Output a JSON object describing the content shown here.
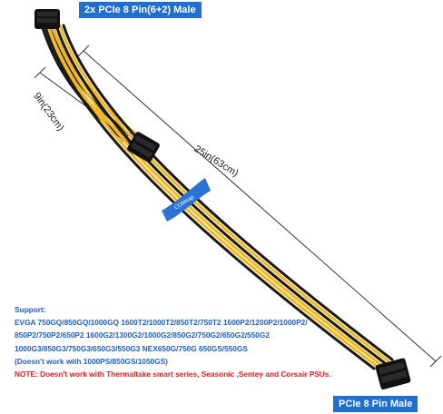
{
  "labels": {
    "top_connector": "2x PCIe 8 Pin(6+2) Male",
    "bottom_connector": "PCIe 8 Pin Male",
    "short_length": "9in(23cm)",
    "long_length": "25in(63cm)",
    "tie_text": "COMeap"
  },
  "support": {
    "heading": "Support:",
    "lines": [
      "EVGA 750GQ/850GQ/1000GQ 1600T2/1000T2/850T2/750T2 1600P2/1200P2/1000P2/",
      "850P2/750P2/650P2 1600G2/1300G2/1000G2/850G2/750G2/650G2/550G2",
      "1000G3/850G3/750G3/650G3/550G3 NEX650G/750G 650GS/550GS",
      "(Doesn't work with 1000PS/850GS/1050GS)"
    ],
    "note": "NOTE: Doesn't work with Thermaltake smart series, Seasonic ,Sentey and Corsair PSUs."
  },
  "colors": {
    "badge": "#1f6fd1",
    "wire_yellow": "#f2b81c",
    "wire_black": "#1a1a1a",
    "tie_blue": "#2a73d6",
    "text_blue": "#1f5fc4",
    "note_red": "#e02020"
  }
}
